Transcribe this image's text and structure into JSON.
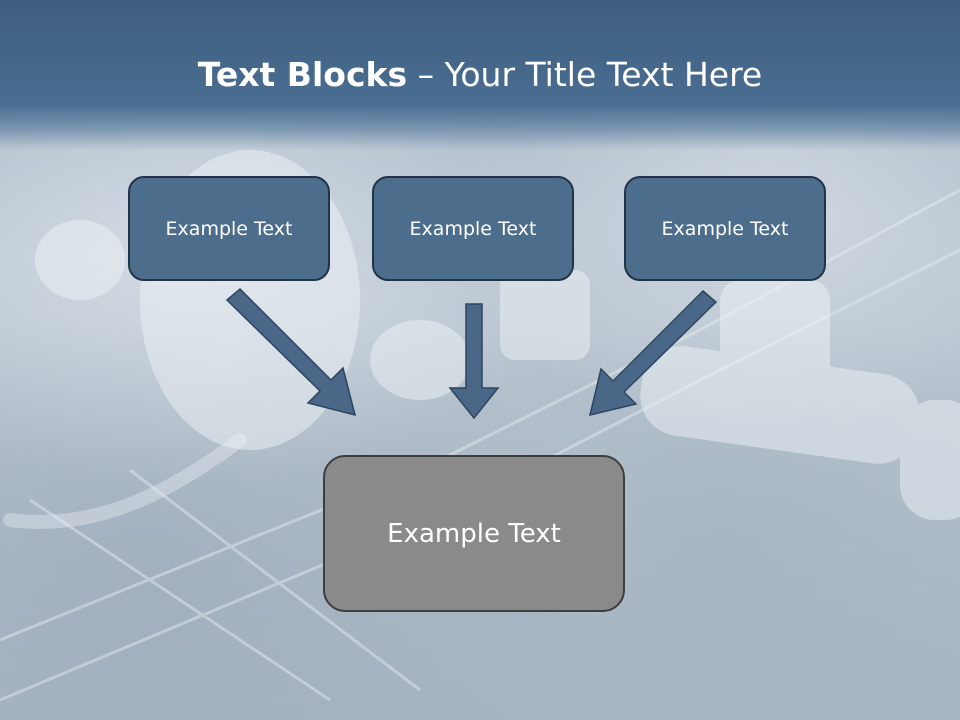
{
  "slide": {
    "title_bold": "Text Blocks",
    "title_dash": "–",
    "title_rest": "Your Title Text Here"
  },
  "boxes": {
    "top": [
      "Example Text",
      "Example Text",
      "Example Text"
    ],
    "bottom": "Example Text"
  },
  "colors": {
    "header": "#4a6e92",
    "box_fill": "#4d6d8c",
    "box_border": "#22344a",
    "bottom_box_fill": "#8a8a8a",
    "arrow_fill": "#4a6788"
  }
}
